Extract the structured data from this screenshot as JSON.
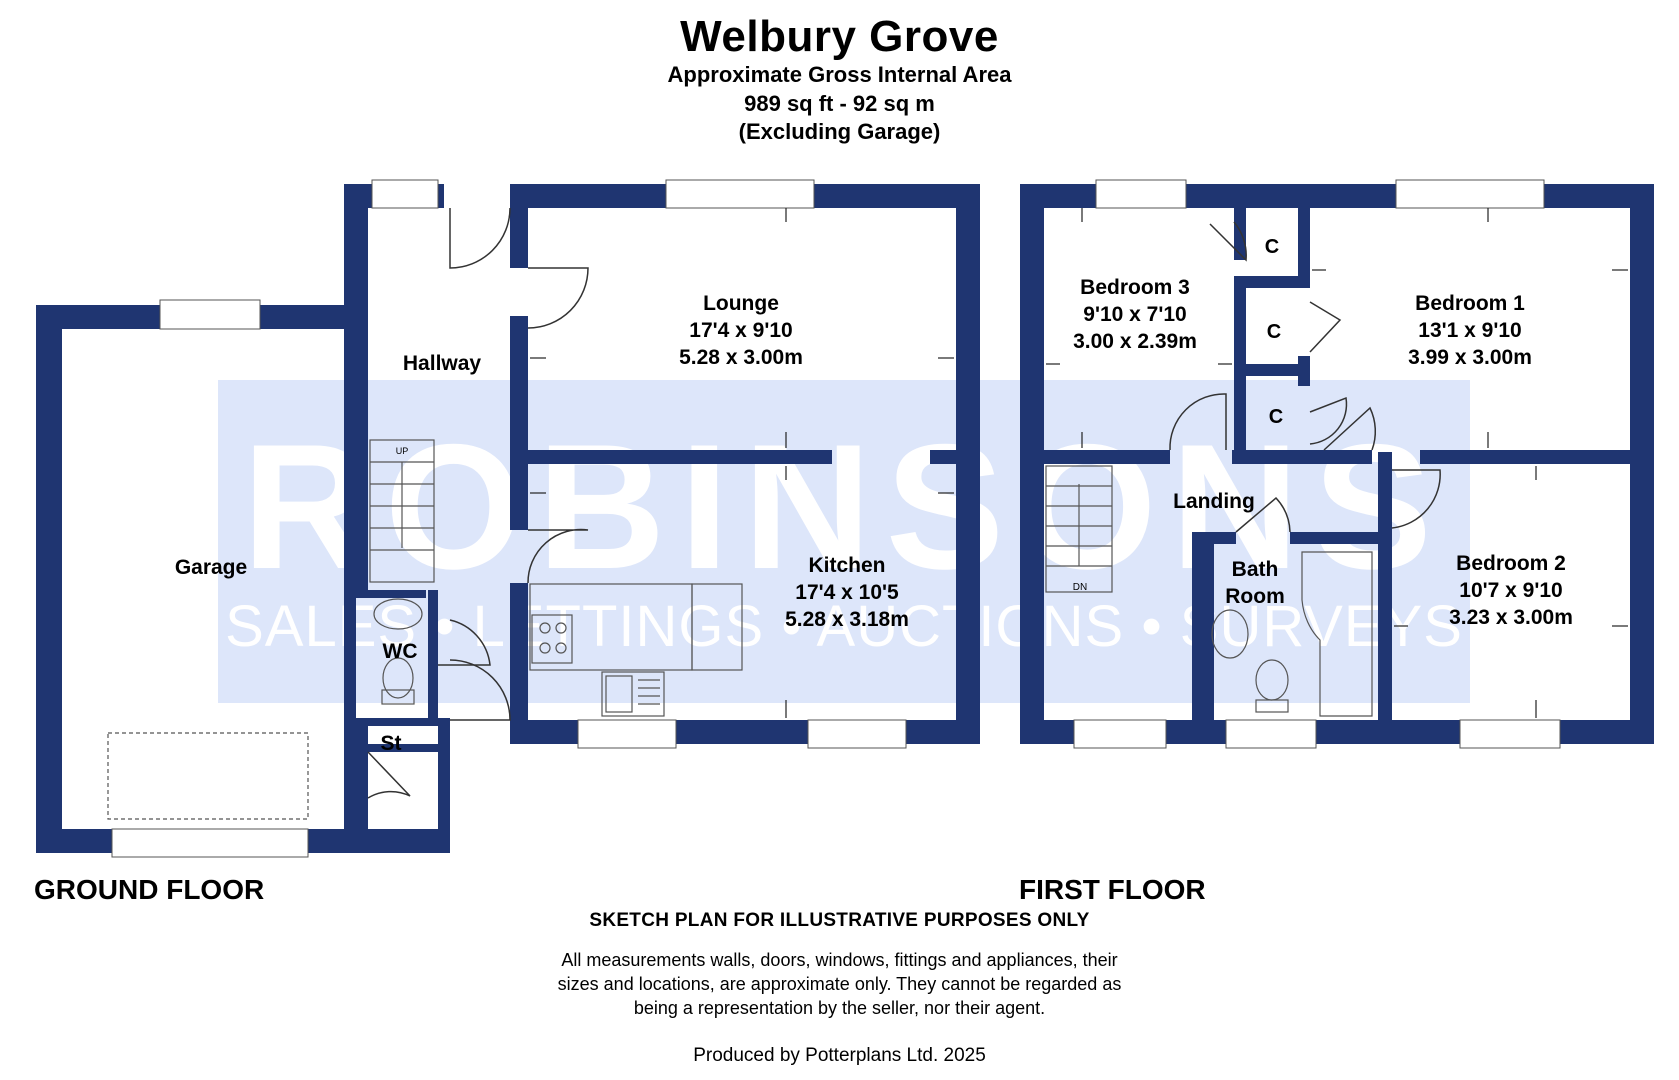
{
  "header": {
    "title": "Welbury Grove",
    "area_label": "Approximate Gross Internal Area",
    "area_value": "989 sq ft - 92 sq m",
    "area_note": "(Excluding Garage)"
  },
  "colors": {
    "wall": "#1f3571",
    "watermark_panel": "#dde6fa",
    "watermark_text": "#ffffff"
  },
  "watermark": {
    "brand": "ROBINSONS",
    "tagline": "SALES • LETTINGS • AUCTIONS • SURVEYS"
  },
  "floors": {
    "ground": {
      "label": "GROUND FLOOR",
      "rooms": {
        "hallway": {
          "name": "Hallway"
        },
        "lounge": {
          "name": "Lounge",
          "imperial": "17'4 x 9'10",
          "metric": "5.28 x 3.00m"
        },
        "kitchen": {
          "name": "Kitchen",
          "imperial": "17'4 x 10'5",
          "metric": "5.28 x 3.18m"
        },
        "garage": {
          "name": "Garage"
        },
        "wc": {
          "name": "WC"
        },
        "store": {
          "name": "St"
        }
      },
      "stairs_label": "UP"
    },
    "first": {
      "label": "FIRST FLOOR",
      "rooms": {
        "bedroom3": {
          "name": "Bedroom 3",
          "imperial": "9'10 x 7'10",
          "metric": "3.00 x 2.39m"
        },
        "bedroom1": {
          "name": "Bedroom 1",
          "imperial": "13'1 x 9'10",
          "metric": "3.99 x 3.00m"
        },
        "bedroom2": {
          "name": "Bedroom 2",
          "imperial": "10'7 x 9'10",
          "metric": "3.23 x 3.00m"
        },
        "landing": {
          "name": "Landing"
        },
        "bathroom": {
          "name_line1": "Bath",
          "name_line2": "Room"
        },
        "cupboard_label": "C"
      },
      "stairs_label": "DN"
    }
  },
  "footer": {
    "heading": "SKETCH PLAN FOR ILLUSTRATIVE PURPOSES ONLY",
    "disclaimer_line1": "All measurements walls, doors, windows, fittings and appliances, their",
    "disclaimer_line2": "sizes and locations, are approximate only. They cannot be regarded as",
    "disclaimer_line3": "being a representation by the seller, nor their agent.",
    "produced_by": "Produced by Potterplans Ltd. 2025"
  }
}
